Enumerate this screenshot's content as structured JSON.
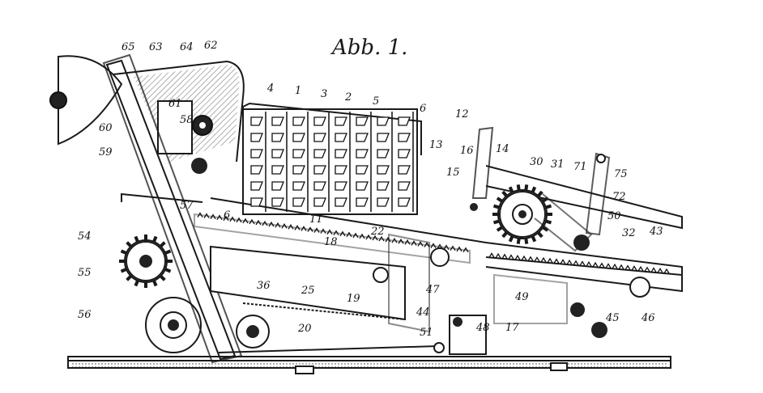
{
  "figure": {
    "title": "Abb. 1.",
    "labels": [
      {
        "id": "65",
        "text": "65"
      },
      {
        "id": "63",
        "text": "63"
      },
      {
        "id": "64",
        "text": "64"
      },
      {
        "id": "62",
        "text": "62"
      },
      {
        "id": "61",
        "text": "61"
      },
      {
        "id": "58",
        "text": "58"
      },
      {
        "id": "60",
        "text": "60"
      },
      {
        "id": "59",
        "text": "59"
      },
      {
        "id": "57",
        "text": "57"
      },
      {
        "id": "54",
        "text": "54"
      },
      {
        "id": "55",
        "text": "55"
      },
      {
        "id": "56",
        "text": "56"
      },
      {
        "id": "4",
        "text": "4"
      },
      {
        "id": "1",
        "text": "1"
      },
      {
        "id": "3",
        "text": "3"
      },
      {
        "id": "2",
        "text": "2"
      },
      {
        "id": "5",
        "text": "5"
      },
      {
        "id": "6a",
        "text": "6"
      },
      {
        "id": "6b",
        "text": "6"
      },
      {
        "id": "12",
        "text": "12"
      },
      {
        "id": "13",
        "text": "13"
      },
      {
        "id": "15",
        "text": "15"
      },
      {
        "id": "16",
        "text": "16"
      },
      {
        "id": "14",
        "text": "14"
      },
      {
        "id": "30",
        "text": "30"
      },
      {
        "id": "31",
        "text": "31"
      },
      {
        "id": "71",
        "text": "71"
      },
      {
        "id": "75",
        "text": "75"
      },
      {
        "id": "72",
        "text": "72"
      },
      {
        "id": "50",
        "text": "50"
      },
      {
        "id": "32",
        "text": "32"
      },
      {
        "id": "43",
        "text": "43"
      },
      {
        "id": "11",
        "text": "11"
      },
      {
        "id": "18",
        "text": "18"
      },
      {
        "id": "22",
        "text": "22"
      },
      {
        "id": "36",
        "text": "36"
      },
      {
        "id": "25",
        "text": "25"
      },
      {
        "id": "19",
        "text": "19"
      },
      {
        "id": "47",
        "text": "47"
      },
      {
        "id": "49",
        "text": "49"
      },
      {
        "id": "44",
        "text": "44"
      },
      {
        "id": "20",
        "text": "20"
      },
      {
        "id": "51",
        "text": "51"
      },
      {
        "id": "48",
        "text": "48"
      },
      {
        "id": "17",
        "text": "17"
      },
      {
        "id": "45",
        "text": "45"
      },
      {
        "id": "46",
        "text": "46"
      }
    ]
  }
}
